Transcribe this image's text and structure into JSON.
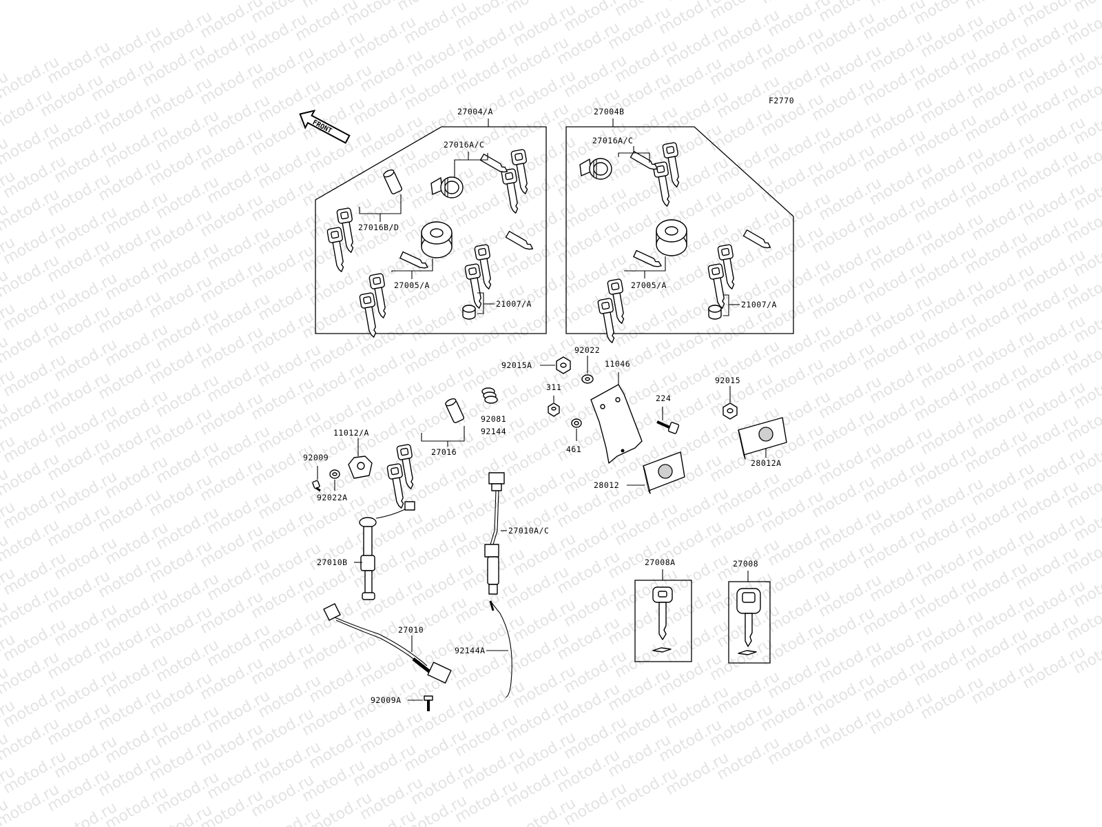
{
  "watermark": "motod.ru",
  "figure_code": "F2770",
  "front_arrow": "FRONT",
  "kits": [
    {
      "id": "kit-a",
      "label": "27004/A",
      "parts": {
        "lock_left": "27016B/D",
        "lock_seat": "27016A/C",
        "ignition": "27005/A",
        "cap": "21007/A"
      }
    },
    {
      "id": "kit-b",
      "label": "27004B",
      "parts": {
        "lock_seat": "27016A/C",
        "ignition": "27005/A",
        "cap": "21007/A"
      }
    }
  ],
  "labels": {
    "p92015A": "92015A",
    "p311": "311",
    "p92022": "92022",
    "p11046": "11046",
    "p92081": "92081",
    "p92144": "92144",
    "p224": "224",
    "p461": "461",
    "p92015": "92015",
    "p28012A": "28012A",
    "p28012": "28012",
    "p27016": "27016",
    "p11012A": "11012/A",
    "p92009": "92009",
    "p92022A": "92022A",
    "p27010AC": "27010A/C",
    "p27010B": "27010B",
    "p27010": "27010",
    "p92144A": "92144A",
    "p92009A": "92009A",
    "p27008A": "27008A",
    "p27008": "27008"
  },
  "colors": {
    "line": "#000000",
    "watermark": "#e3e3e3",
    "background": "#ffffff"
  }
}
